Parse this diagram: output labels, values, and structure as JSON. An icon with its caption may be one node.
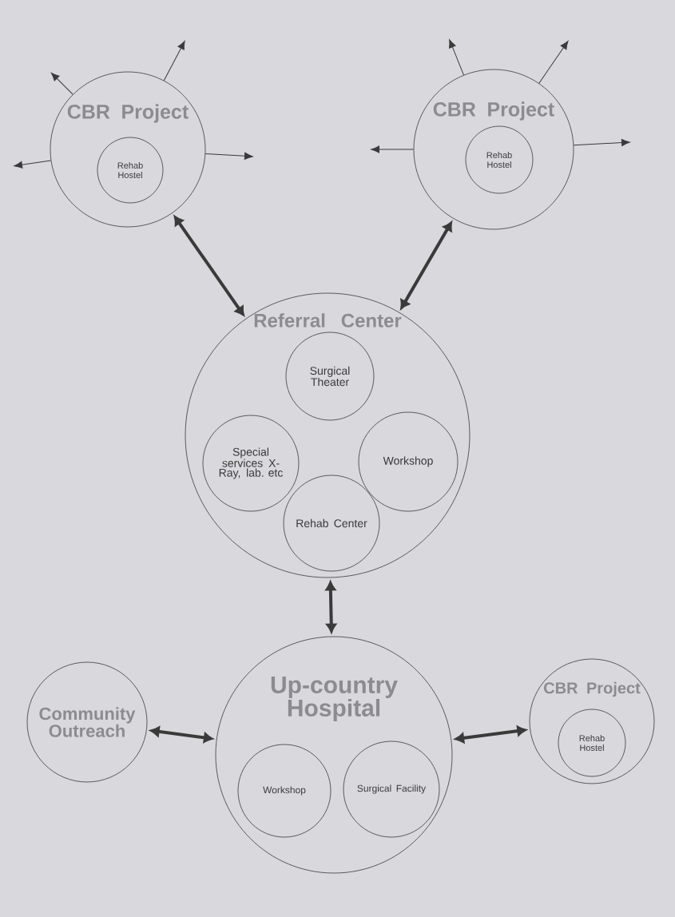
{
  "diagram": {
    "nodes": [
      {
        "text": [
          "CBR Project"
        ]
      },
      {
        "text": [
          "Rehab Hostel"
        ],
        "in": 0
      },
      {
        "text": [
          "CBR Project"
        ]
      },
      {
        "text": [
          "Rehab Hostel"
        ],
        "in": 2
      },
      {
        "text": [
          "Referral Center"
        ]
      },
      {
        "text": [
          "Surgical Theater"
        ],
        "in": 4
      },
      {
        "text": [
          "Special services X-Ray, lab. etc"
        ],
        "in": 4
      },
      {
        "text": [
          "Workshop"
        ],
        "in": 4
      },
      {
        "text": [
          "Rehab Center"
        ],
        "in": 4
      },
      {
        "text": [
          "Community Outreach"
        ]
      },
      {
        "text": [
          "Up-country Hospital"
        ]
      },
      {
        "text": [
          "Workshop"
        ],
        "in": 10
      },
      {
        "text": [
          "Surgical Facility"
        ],
        "in": 10
      },
      {
        "text": [
          "CBR Project"
        ]
      },
      {
        "text": [
          "Rehab Hostel"
        ],
        "in": 13
      }
    ],
    "edges": [
      {
        "from": 0,
        "to": 4,
        "arrow": "both",
        "style": "thick"
      },
      {
        "from": 2,
        "to": 4,
        "arrow": "both",
        "style": "thick"
      },
      {
        "from": 4,
        "to": 10,
        "arrow": "both",
        "style": "thick"
      },
      {
        "from": 9,
        "to": 10,
        "arrow": "both",
        "style": "thick"
      },
      {
        "from": 10,
        "to": 13,
        "arrow": "both",
        "style": "thick"
      },
      {
        "from": 0,
        "to": null,
        "arrow": "to"
      },
      {
        "from": 0,
        "to": null,
        "arrow": "to"
      },
      {
        "from": 0,
        "to": null,
        "arrow": "to"
      },
      {
        "from": 0,
        "to": null,
        "arrow": "to"
      },
      {
        "from": 2,
        "to": null,
        "arrow": "to"
      },
      {
        "from": 2,
        "to": null,
        "arrow": "to"
      },
      {
        "from": 2,
        "to": null,
        "arrow": "to"
      },
      {
        "from": 2,
        "to": null,
        "arrow": "to"
      }
    ]
  }
}
